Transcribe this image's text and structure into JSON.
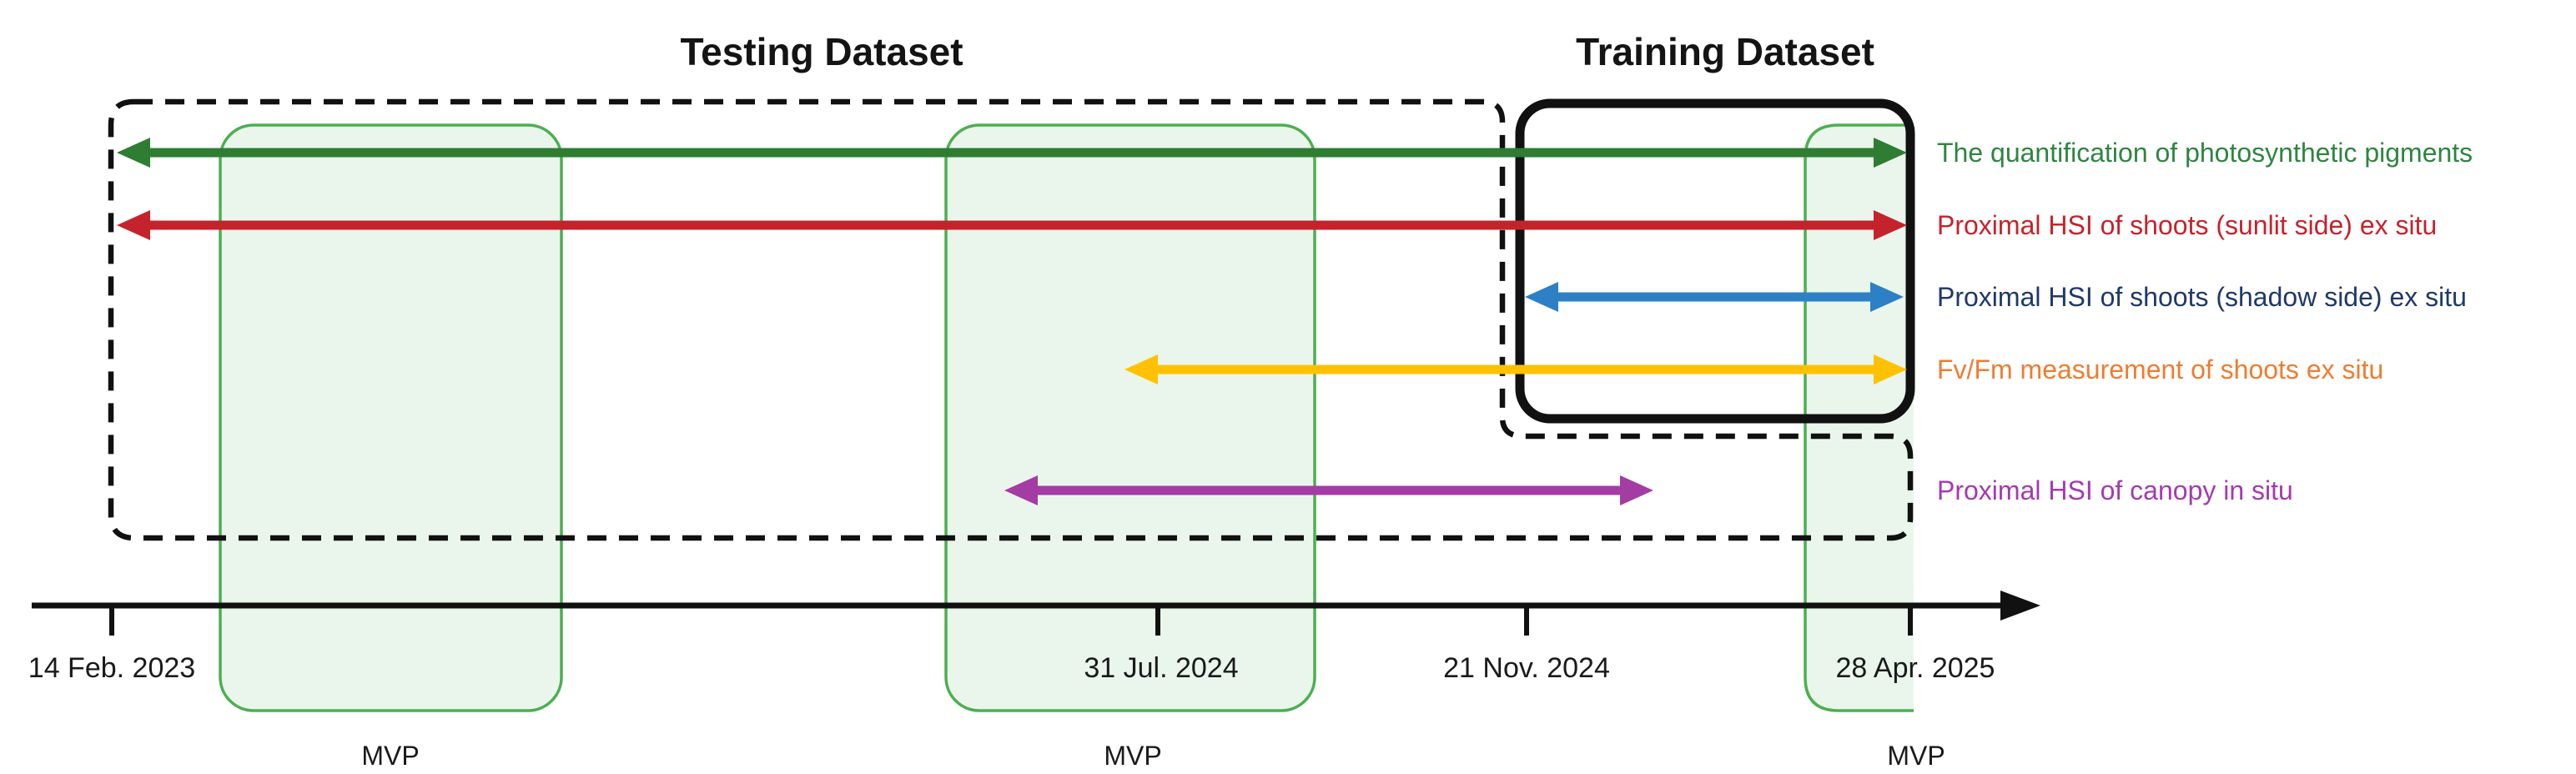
{
  "figure": {
    "testing_title": "Testing Dataset",
    "training_title": "Training Dataset"
  },
  "measurements": [
    {
      "label": "The quantification of photosynthetic pigments",
      "text_color": "#2e8540",
      "arrow_color": "#2e7d32"
    },
    {
      "label": "Proximal HSI of shoots (sunlit side) ex situ",
      "text_color": "#c5232b",
      "arrow_color": "#c5232b"
    },
    {
      "label": "Proximal HSI of shoots (shadow side) ex situ",
      "text_color": "#1f3968",
      "arrow_color": "#2d80c6"
    },
    {
      "label": "Fv/Fm measurement of shoots ex situ",
      "text_color": "#ed7d31",
      "arrow_color": "#ffc103"
    },
    {
      "label": "Proximal HSI of canopy in situ",
      "text_color": "#a43ab0",
      "arrow_color": "#a33ca3"
    }
  ],
  "timeline": {
    "dates": [
      "14 Feb. 2023",
      "31 Jul. 2024",
      "21 Nov. 2024",
      "28 Apr. 2025"
    ],
    "mvp_labels": [
      "MVP",
      "MVP",
      "MVP"
    ]
  },
  "colors": {
    "outline": "#111111",
    "axis": "#111111",
    "mvp_fill": "#eaf6ec",
    "mvp_stroke": "#4caf50"
  }
}
